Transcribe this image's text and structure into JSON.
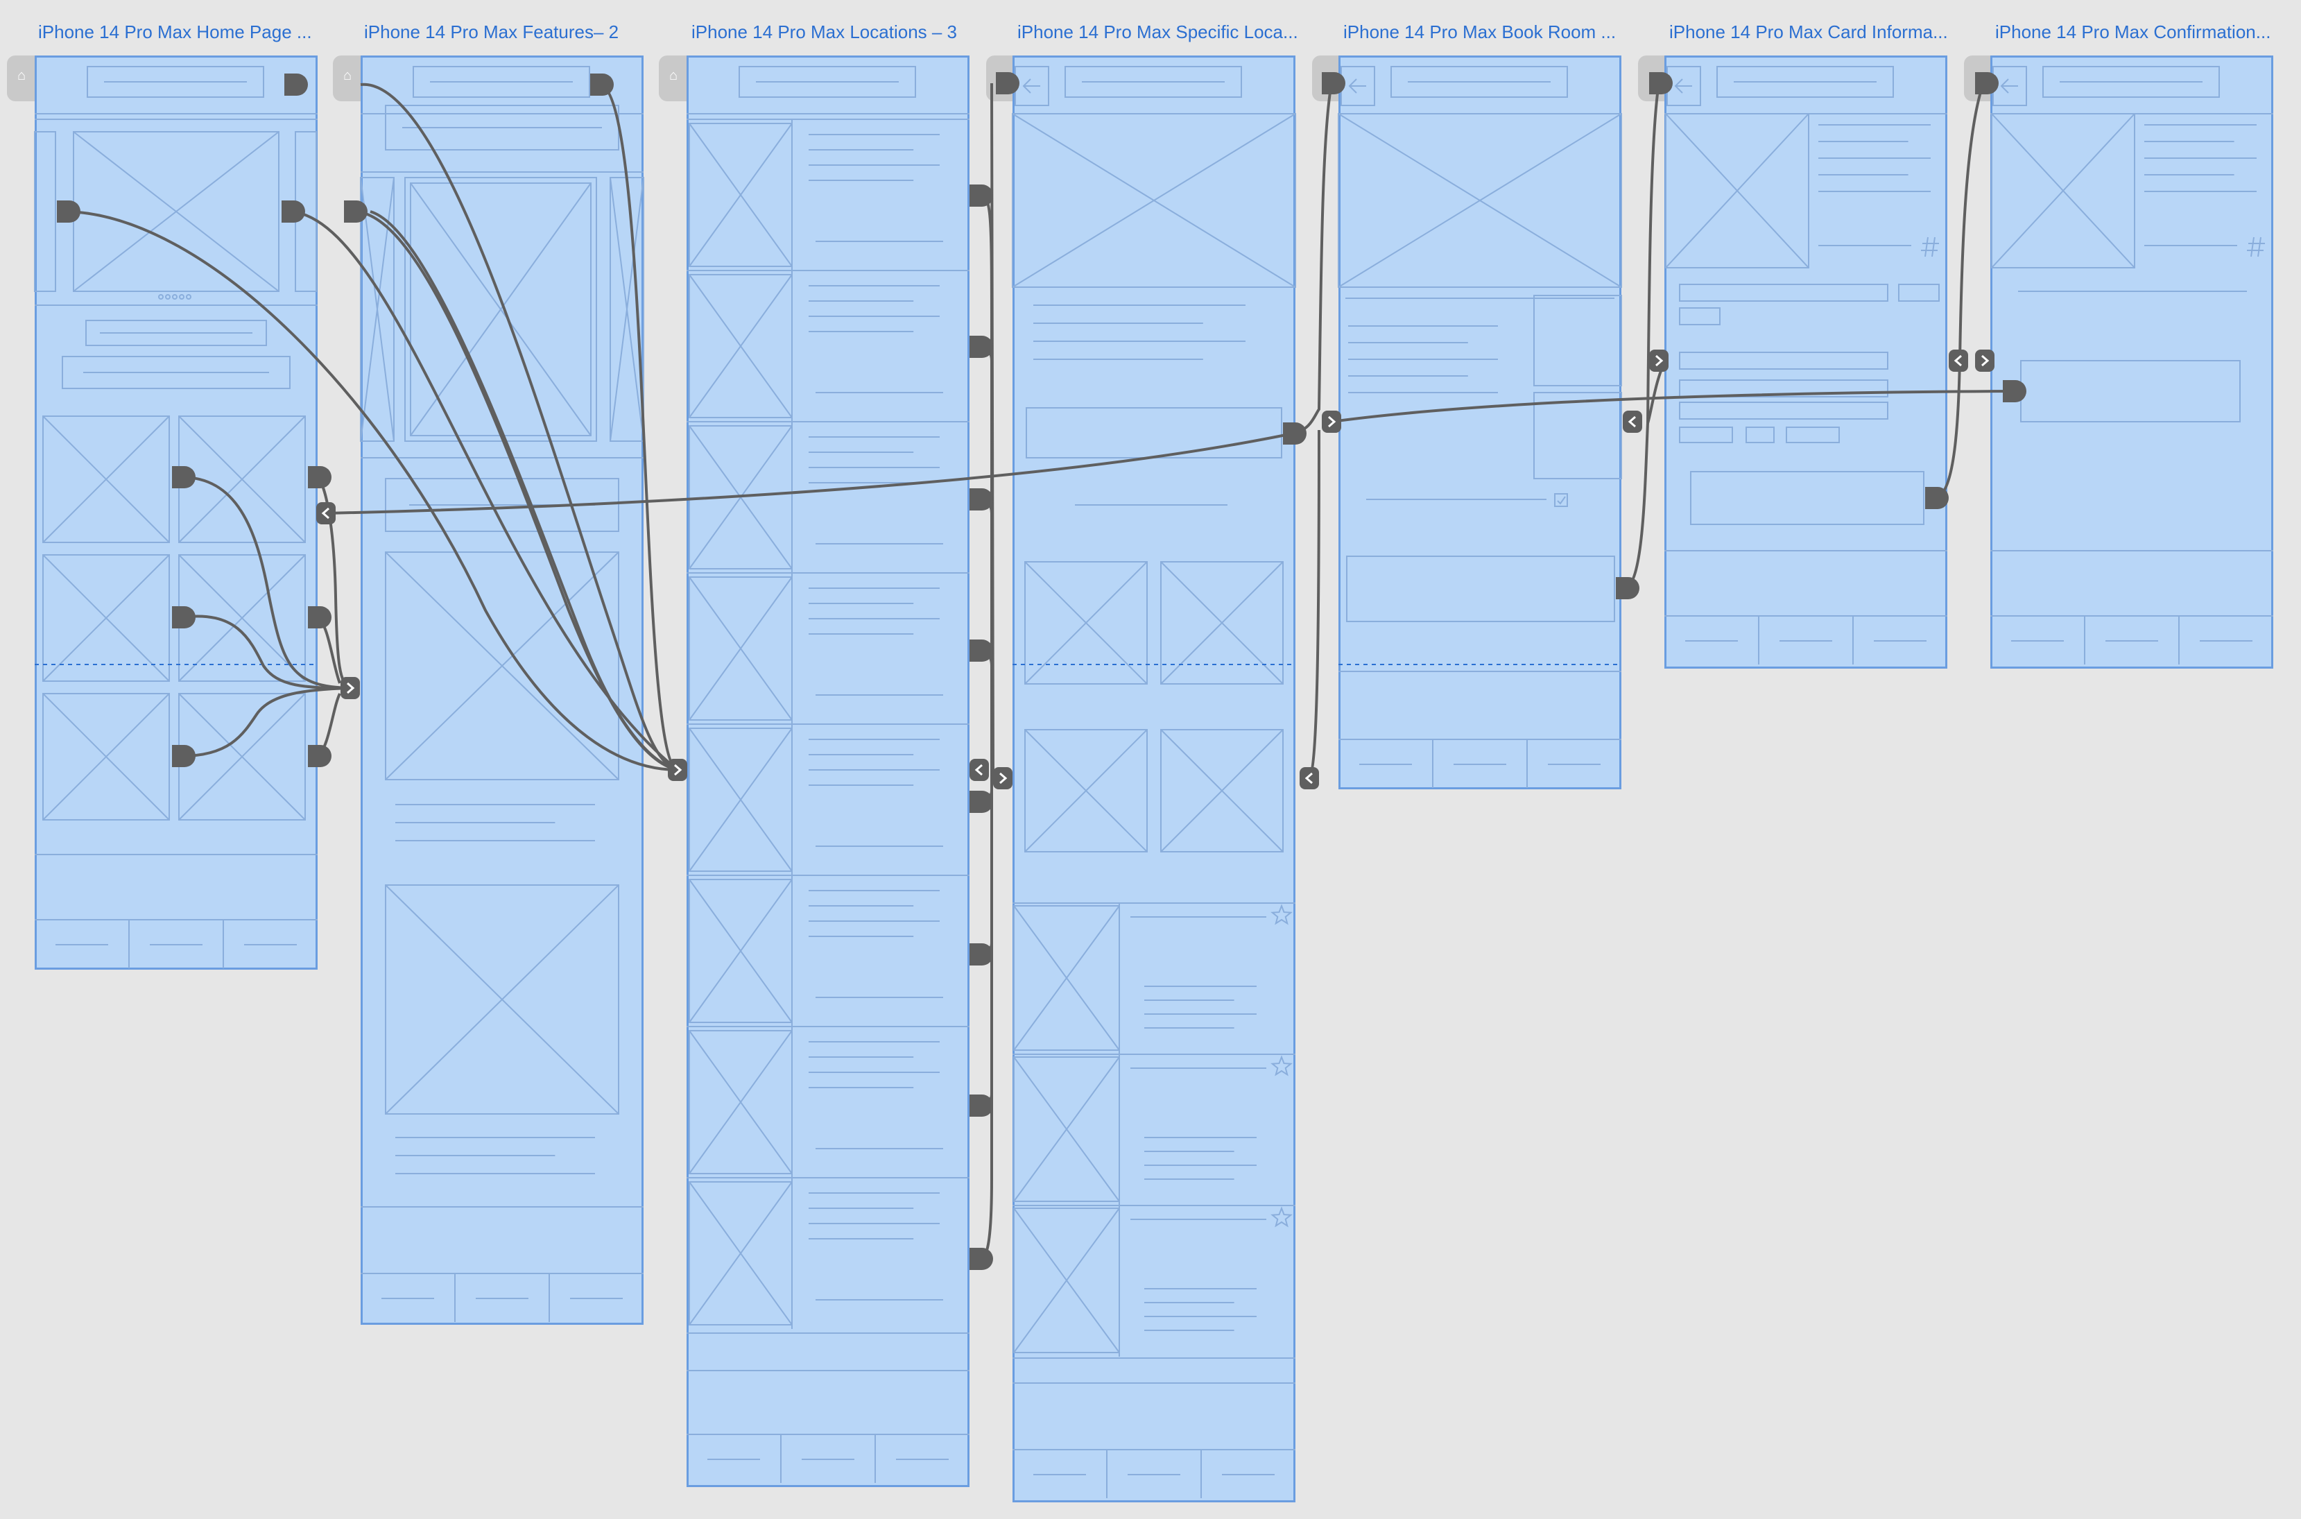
{
  "screens": [
    {
      "id": "home",
      "title": "iPhone 14 Pro Max Home Page ..."
    },
    {
      "id": "features",
      "title": "iPhone 14 Pro Max Features– 2"
    },
    {
      "id": "locations",
      "title": "iPhone 14 Pro Max Locations – 3"
    },
    {
      "id": "specific",
      "title": "iPhone 14 Pro Max Specific Loca..."
    },
    {
      "id": "book",
      "title": "iPhone 14 Pro Max Book Room ..."
    },
    {
      "id": "card",
      "title": "iPhone 14 Pro Max Card Informa..."
    },
    {
      "id": "confirm",
      "title": "iPhone 14 Pro Max Confirmation..."
    }
  ],
  "icons": {
    "home_handle": "home-icon",
    "back_arrow": "arrow-left-icon",
    "star": "star-icon",
    "hash": "hash-icon",
    "checkbox": "checkbox-icon",
    "node_start": "connector-start-icon",
    "node_next": "chevron-right-icon",
    "node_prev": "chevron-left-icon"
  },
  "colors": {
    "canvas": "#e6e6e6",
    "frame_fill": "#b8d6f7",
    "frame_border": "#6a9de0",
    "wire": "#8aaedc",
    "connector": "#5f5f5f",
    "title": "#2b6fd1",
    "fold_line": "#2b6fd1"
  }
}
